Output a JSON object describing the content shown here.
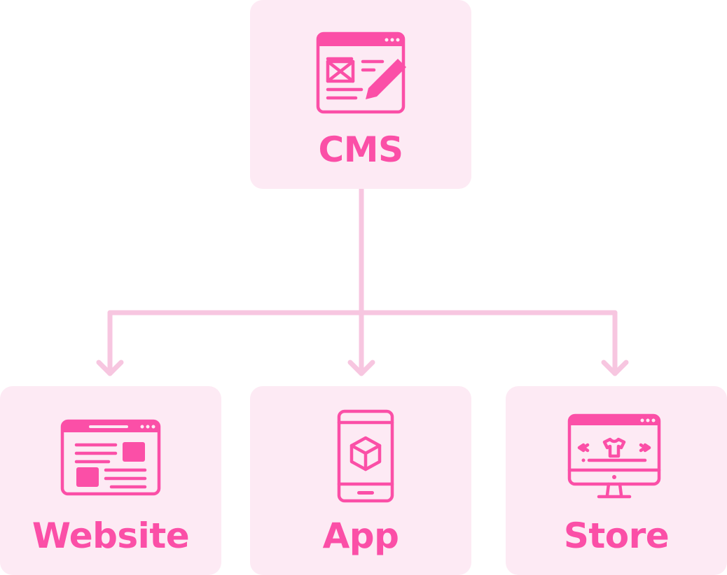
{
  "colors": {
    "accent": "#fb4fa7",
    "card_background": "#fdeaf4",
    "connector": "#f7c6e0"
  },
  "nodes": {
    "cms": {
      "label": "CMS",
      "icon": "cms-editor-icon"
    },
    "website": {
      "label": "Website",
      "icon": "browser-window-icon"
    },
    "app": {
      "label": "App",
      "icon": "smartphone-cube-icon"
    },
    "store": {
      "label": "Store",
      "icon": "online-store-monitor-icon"
    }
  }
}
